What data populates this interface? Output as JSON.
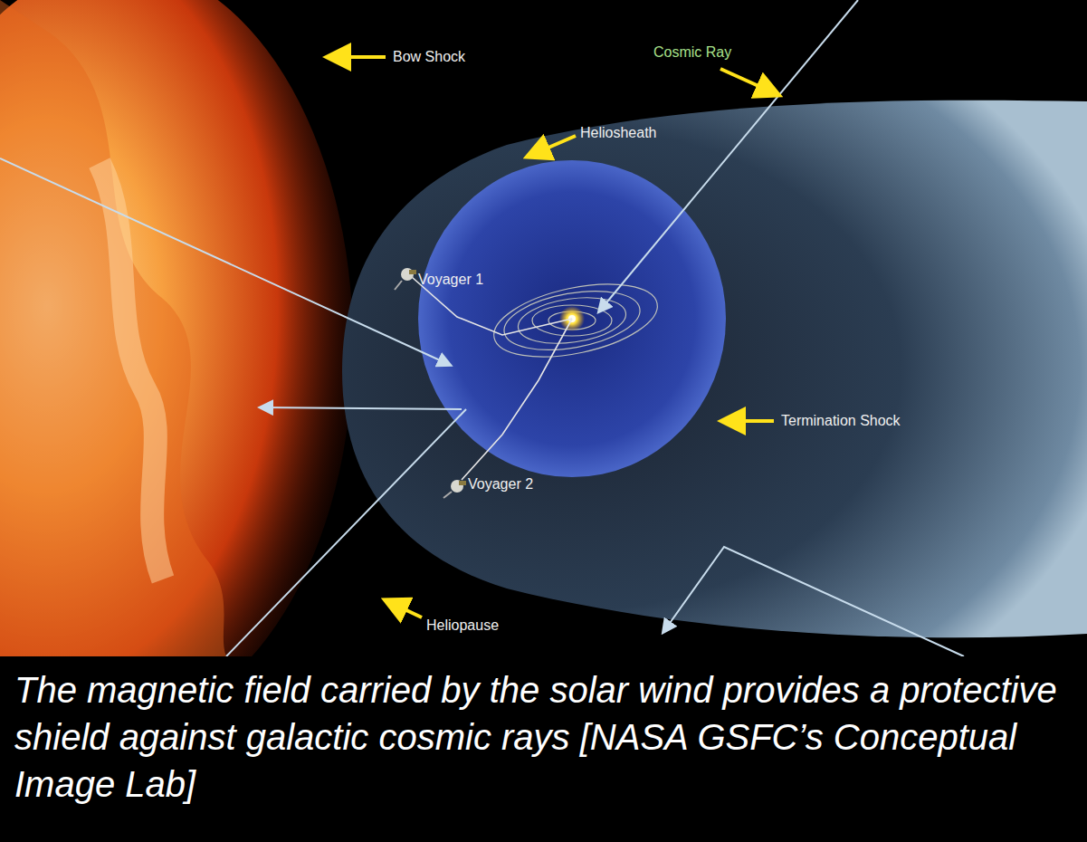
{
  "diagram": {
    "caption": "The magnetic field carried by the solar wind provides a protective shield against galactic cosmic rays [NASA GSFC’s Conceptual Image Lab]",
    "labels": [
      "Cosmic Ray",
      "Bow Shock",
      "Heliosheath",
      "Voyager 1",
      "Termination Shock",
      "Voyager 2",
      "Heliopause"
    ]
  }
}
